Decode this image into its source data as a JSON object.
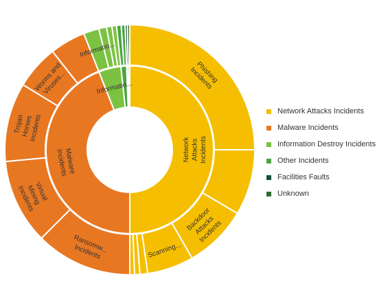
{
  "chart_data": {
    "type": "sunburst",
    "title": "",
    "legend_position": "right",
    "inner_ring": [
      {
        "name": "Network Attacks Incidents",
        "value": 50.0,
        "color": "#F5BE00",
        "label_lines": [
          "Network",
          "Attacks",
          "Incidents"
        ]
      },
      {
        "name": "Malware Incidents",
        "value": 44.0,
        "color": "#E87722",
        "label_lines": [
          "Malware",
          "Incidents"
        ]
      },
      {
        "name": "Information Destroy Incidents",
        "value": 4.3,
        "color": "#7CC242",
        "label_lines": [
          "Informatio..."
        ]
      },
      {
        "name": "Other Incidents",
        "value": 1.1,
        "color": "#4AA541"
      },
      {
        "name": "Facilities Faults",
        "value": 0.3,
        "color": "#0F5132"
      },
      {
        "name": "Unknown",
        "value": 0.3,
        "color": "#2E6B30"
      }
    ],
    "outer_ring": [
      {
        "parent": "Network Attacks Incidents",
        "value": 25.0,
        "label_lines": [
          "Phishing",
          "Incidents"
        ]
      },
      {
        "parent": "Network Attacks Incidents",
        "value": 8.5
      },
      {
        "parent": "Network Attacks Incidents",
        "value": 8.2,
        "label_lines": [
          "Backdoor",
          "Attacks",
          "Incidents"
        ]
      },
      {
        "parent": "Network Attacks Incidents",
        "value": 6.0,
        "label_lines": [
          "Scanning..."
        ]
      },
      {
        "parent": "Network Attacks Incidents",
        "value": 1.0
      },
      {
        "parent": "Network Attacks Incidents",
        "value": 0.7
      },
      {
        "parent": "Network Attacks Incidents",
        "value": 0.6
      },
      {
        "parent": "Malware Incidents",
        "value": 12.5,
        "label_lines": [
          "Ransomw...",
          "Incidents"
        ]
      },
      {
        "parent": "Malware Incidents",
        "value": 11.0,
        "label_lines": [
          "Virtual",
          "Mining",
          "Incidents"
        ]
      },
      {
        "parent": "Malware Incidents",
        "value": 10.2,
        "label_lines": [
          "Trojan",
          "Horses",
          "Incidents"
        ]
      },
      {
        "parent": "Malware Incidents",
        "value": 5.7,
        "label_lines": [
          "Worms and",
          "Viruses..."
        ]
      },
      {
        "parent": "Malware Incidents",
        "value": 4.6
      },
      {
        "parent": "Information Destroy Incidents",
        "value": 2.0,
        "label_lines": [
          "Informatio..."
        ]
      },
      {
        "parent": "Information Destroy Incidents",
        "value": 1.0
      },
      {
        "parent": "Information Destroy Incidents",
        "value": 0.7
      },
      {
        "parent": "Information Destroy Incidents",
        "value": 0.6
      },
      {
        "parent": "Other Incidents",
        "value": 0.6
      },
      {
        "parent": "Other Incidents",
        "value": 0.5
      },
      {
        "parent": "Facilities Faults",
        "value": 0.3
      },
      {
        "parent": "Unknown",
        "value": 0.3
      }
    ]
  },
  "legend": {
    "items": [
      {
        "label": "Network Attacks Incidents",
        "color": "#F5BE00"
      },
      {
        "label": "Malware Incidents",
        "color": "#E87722"
      },
      {
        "label": "Information Destroy Incidents",
        "color": "#7CC242"
      },
      {
        "label": "Other Incidents",
        "color": "#4AA541"
      },
      {
        "label": "Facilities Faults",
        "color": "#0F5132"
      },
      {
        "label": "Unknown",
        "color": "#2E6B30"
      }
    ]
  }
}
